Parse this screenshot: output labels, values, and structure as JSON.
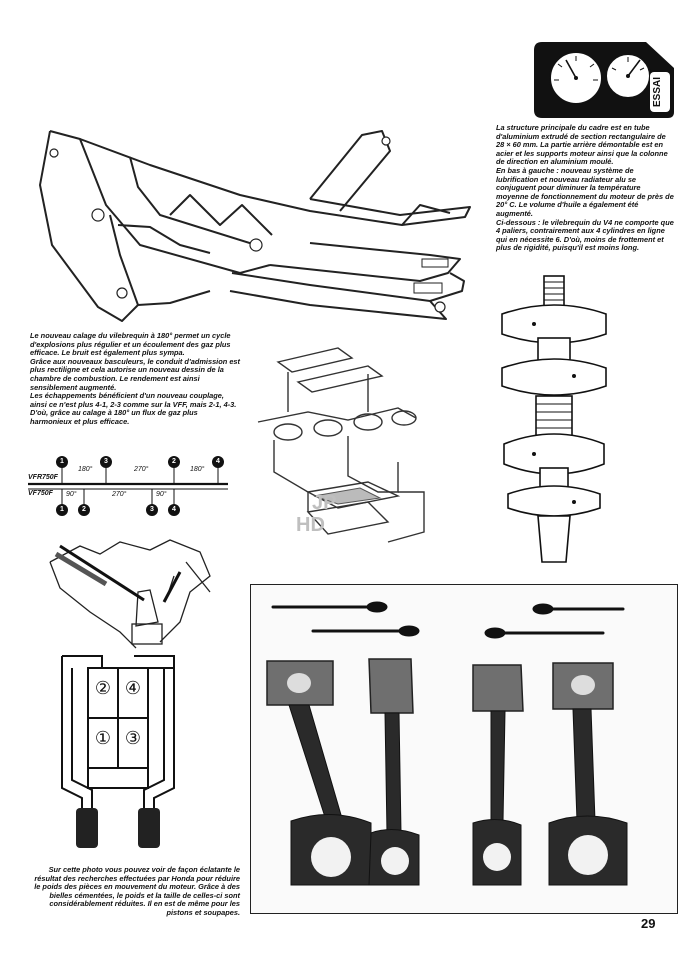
{
  "captions": {
    "right": "La structure principale du cadre est en tube d'aluminium extrudé de section rectangulaire de 28 × 60 mm. La partie arrière démontable est en acier et les supports moteur ainsi que la colonne de direction en aluminium moulé.\nEn bas à gauche : nouveau système de lubrification et nouveau radiateur alu se conjuguent pour diminuer la température moyenne de fonctionnement du moteur de près de 20° C. Le volume d'huile a également été augmenté.\nCi-dessous : le vilebrequin du V4 ne comporte que 4 paliers, contrairement aux 4 cylindres en ligne qui en nécessite 6. D'où, moins de frottement et plus de rigidité, puisqu'il est moins long.",
    "left": "Le nouveau calage du vilebrequin à 180° permet un cycle d'explosions plus régulier et un écoulement des gaz plus efficace. Le bruit est également plus sympa.\nGrâce aux nouveaux basculeurs, le conduit d'admission est plus rectiligne et cela autorise un nouveau dessin de la chambre de combustion. Le rendement est ainsi sensiblement augmenté.\nLes échappements bénéficient d'un nouveau couplage, ainsi ce n'est plus 4-1, 2-3 comme sur la VFF, mais 2-1, 4-3. D'où, grâce au calage à 180° un flux de gaz plus harmonieux et plus efficace.",
    "bottom": "Sur cette photo vous pouvez voir de façon éclatante le résultat des recherches effectuées par Honda pour réduire le poids des pièces en mouvement du moteur. Grâce à des bielles cémentées, le poids et la taille de celles-ci sont considérablement réduites. Il en est de même pour les pistons et soupapes."
  },
  "firing": {
    "row1_label": "VFR750F",
    "row2_label": "VF750F",
    "row1_angles": [
      "180°",
      "270°",
      "180°"
    ],
    "row2_angles": [
      "90°",
      "270°",
      "90°"
    ],
    "row1_marks": [
      "1",
      "3",
      "2",
      "4"
    ],
    "row2_marks": [
      "1",
      "2",
      "3",
      "4"
    ]
  },
  "cylinder_layout": {
    "cells": [
      "②",
      "④",
      "①",
      "③"
    ]
  },
  "badge": {
    "text": "ESSAI"
  },
  "watermark": {
    "line1": "JP",
    "line2": "HD"
  },
  "page_number": "29"
}
